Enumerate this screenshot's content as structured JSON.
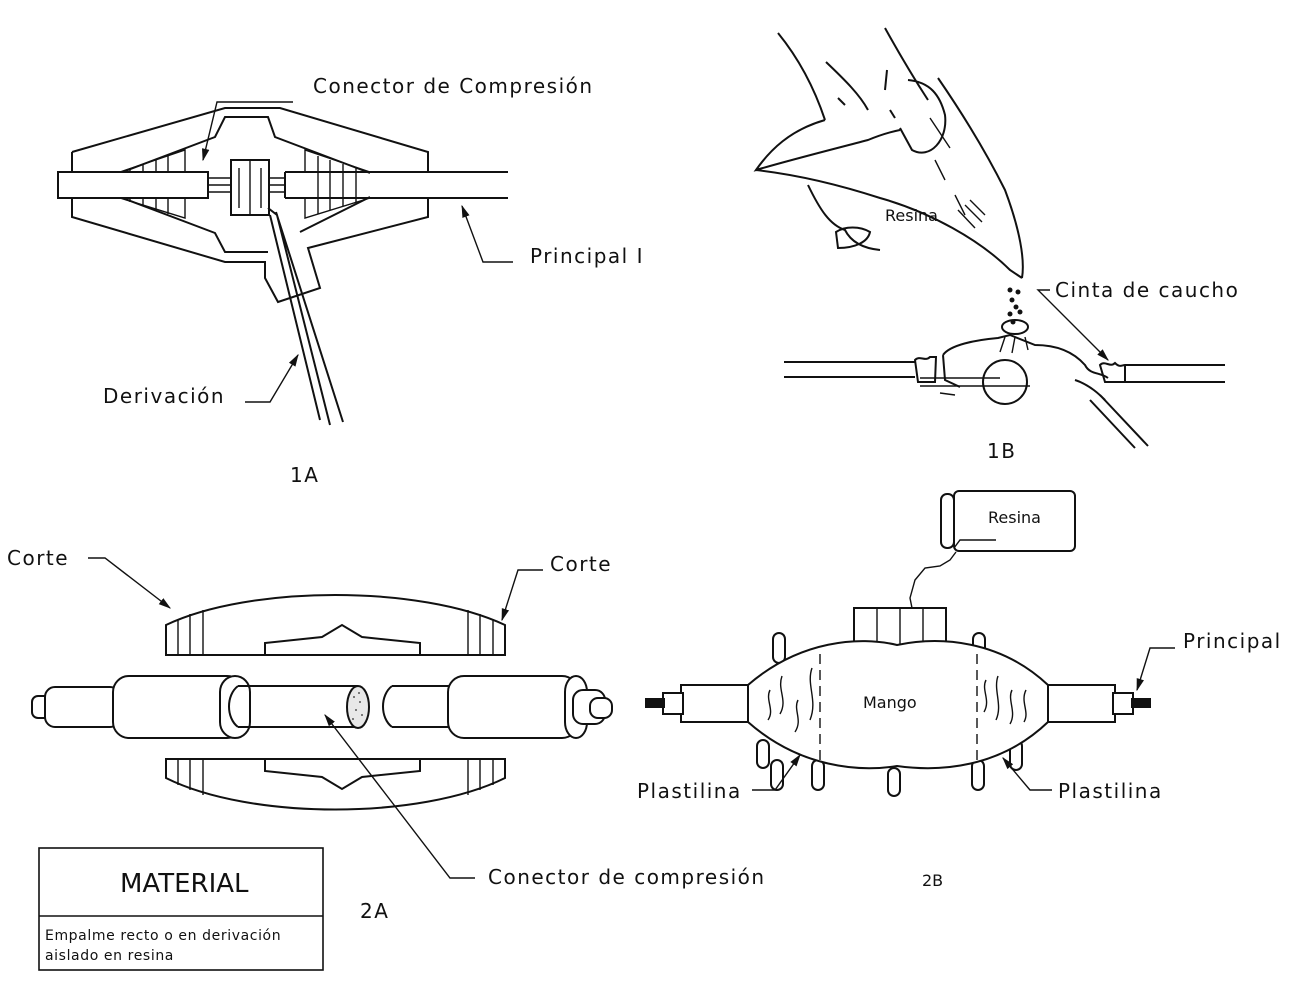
{
  "figures": {
    "fig_1a": {
      "caption": "1A",
      "labels": {
        "connector": "Conector de Compresión",
        "main": "Principal I",
        "branch": "Derivación"
      }
    },
    "fig_1b": {
      "caption": "1B",
      "labels": {
        "resin": "Resina",
        "rubber_tape": "Cinta de caucho"
      }
    },
    "fig_2a": {
      "caption": "2A",
      "labels": {
        "cut_left": "Corte",
        "cut_right": "Corte",
        "connector": "Conector de compresión"
      }
    },
    "fig_2b": {
      "caption": "2B",
      "labels": {
        "resin": "Resina",
        "sleeve": "Mango",
        "main": "Principal",
        "putty_left": "Plastilina",
        "putty_right": "Plastilina"
      }
    }
  },
  "material_box": {
    "title": "MATERIAL",
    "description_line1": "Empalme recto o en derivación",
    "description_line2": "aislado en resina"
  }
}
